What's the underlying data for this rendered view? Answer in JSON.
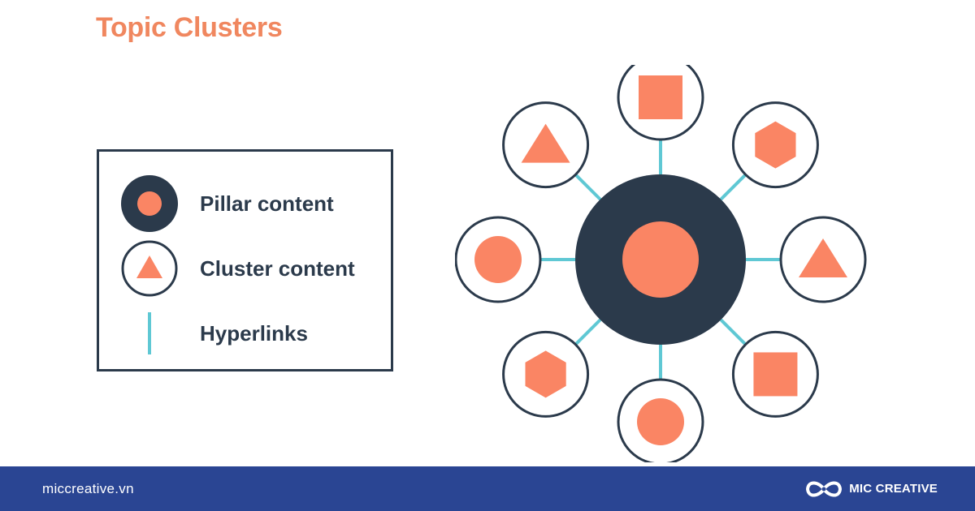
{
  "title": "Topic Clusters",
  "colors": {
    "title": "#f0875f",
    "navy": "#2b3a4b",
    "coral": "#fa8564",
    "link": "#5fc8d4",
    "footer": "#2a4593",
    "footer_text": "#ffffff"
  },
  "legend": {
    "items": [
      {
        "label": "Pillar content",
        "icon": "pillar-icon"
      },
      {
        "label": "Cluster content",
        "icon": "cluster-icon"
      },
      {
        "label": "Hyperlinks",
        "icon": "hyperlink-icon"
      }
    ]
  },
  "diagram": {
    "pillar": {
      "shape": "circle"
    },
    "clusters": [
      {
        "shape": "square"
      },
      {
        "shape": "hexagon"
      },
      {
        "shape": "triangle"
      },
      {
        "shape": "square"
      },
      {
        "shape": "circle"
      },
      {
        "shape": "hexagon"
      },
      {
        "shape": "circle"
      },
      {
        "shape": "triangle"
      }
    ]
  },
  "footer": {
    "website": "miccreative.vn",
    "brand": "MIC CREATIVE",
    "logo_icon": "infinity-logo-icon"
  }
}
